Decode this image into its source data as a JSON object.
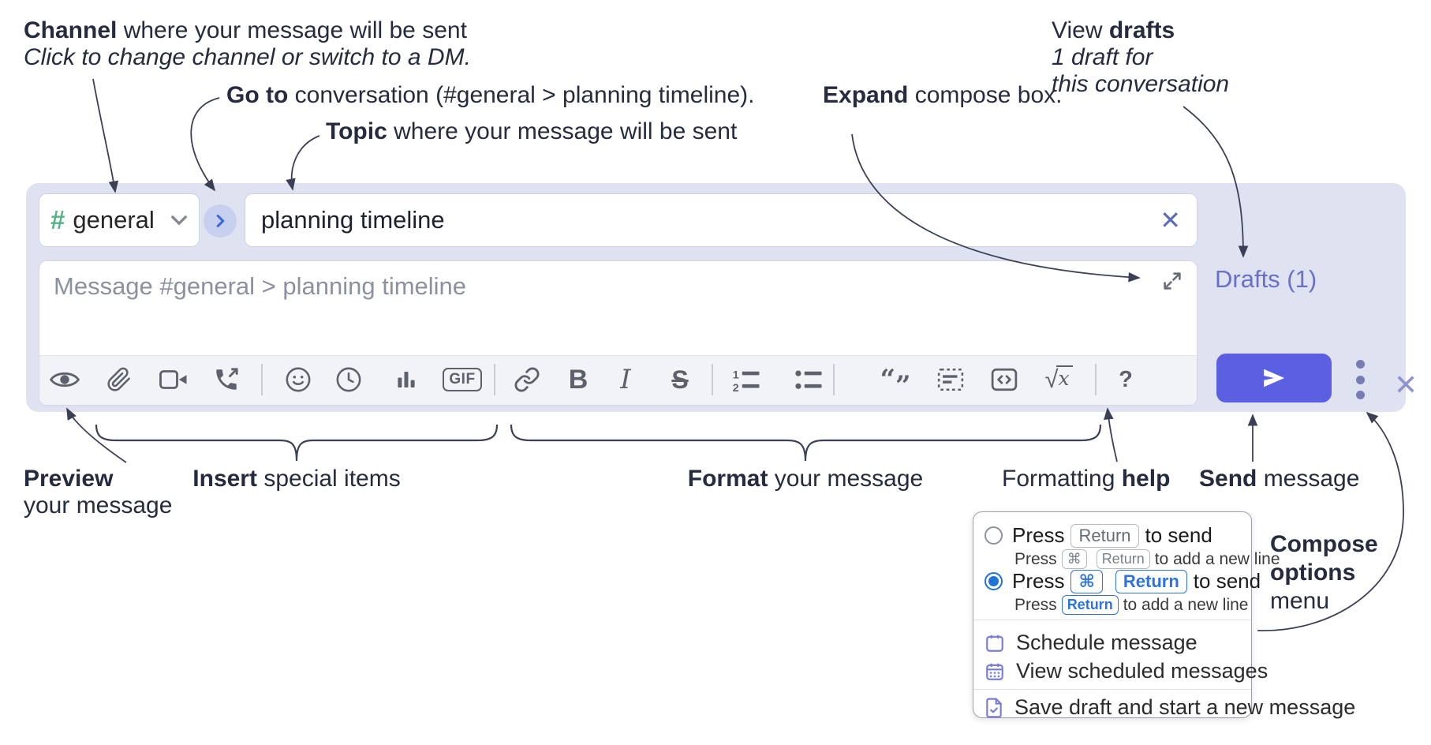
{
  "colors": {
    "compose_bg": "#dfe2f1",
    "send_button": "#5b5fe1",
    "drafts_link": "#6a70c5",
    "channel_hash_green": "#55b385",
    "key_blue": "#2e74d9",
    "annotation_ink": "#262b3d"
  },
  "annotations": {
    "channel_bold": "Channel",
    "channel_rest": " where your message will be sent",
    "channel_sub": "Click to change channel or switch to a DM.",
    "goto_bold": "Go to",
    "goto_rest": " conversation (#general > planning timeline).",
    "topic_bold": "Topic",
    "topic_rest": " where your message will be sent",
    "expand_bold": "Expand",
    "expand_rest": " compose box.",
    "drafts_pre": "View ",
    "drafts_bold": "drafts",
    "drafts_sub1": "1 draft for",
    "drafts_sub2": "this conversation",
    "preview_bold": "Preview",
    "preview_sub": "your message",
    "insert_bold": "Insert",
    "insert_rest": " special items",
    "format_bold": "Format",
    "format_rest": " your message",
    "formatting_pre": "Formatting ",
    "formatting_bold": "help",
    "send_bold": "Send",
    "send_rest": " message",
    "compose_bold1": "Compose",
    "compose_bold2": "options",
    "compose_rest": "menu"
  },
  "compose": {
    "channel_hash": "#",
    "channel_name": "general",
    "topic_value": "planning timeline",
    "message_placeholder": "Message #general > planning timeline",
    "drafts_label": "Drafts (1)",
    "close_glyph": "✕",
    "clear_glyph": "✕"
  },
  "toolbar": {
    "gif_label": "GIF",
    "bold_label": "B",
    "italic_label": "I",
    "strike_label": "S",
    "help_label": "?",
    "ol_1": "1",
    "ol_2": "2",
    "quote_open": "“",
    "quote_close": "”",
    "sqrt_glyph": "√",
    "math_x": "x"
  },
  "popup": {
    "press": "Press",
    "to_send": "to send",
    "to_newline": "to add a new line",
    "key_return": "Return",
    "key_cmd": "⌘",
    "schedule": "Schedule message",
    "view_scheduled": "View scheduled messages",
    "save_draft": "Save draft and start a new message"
  }
}
